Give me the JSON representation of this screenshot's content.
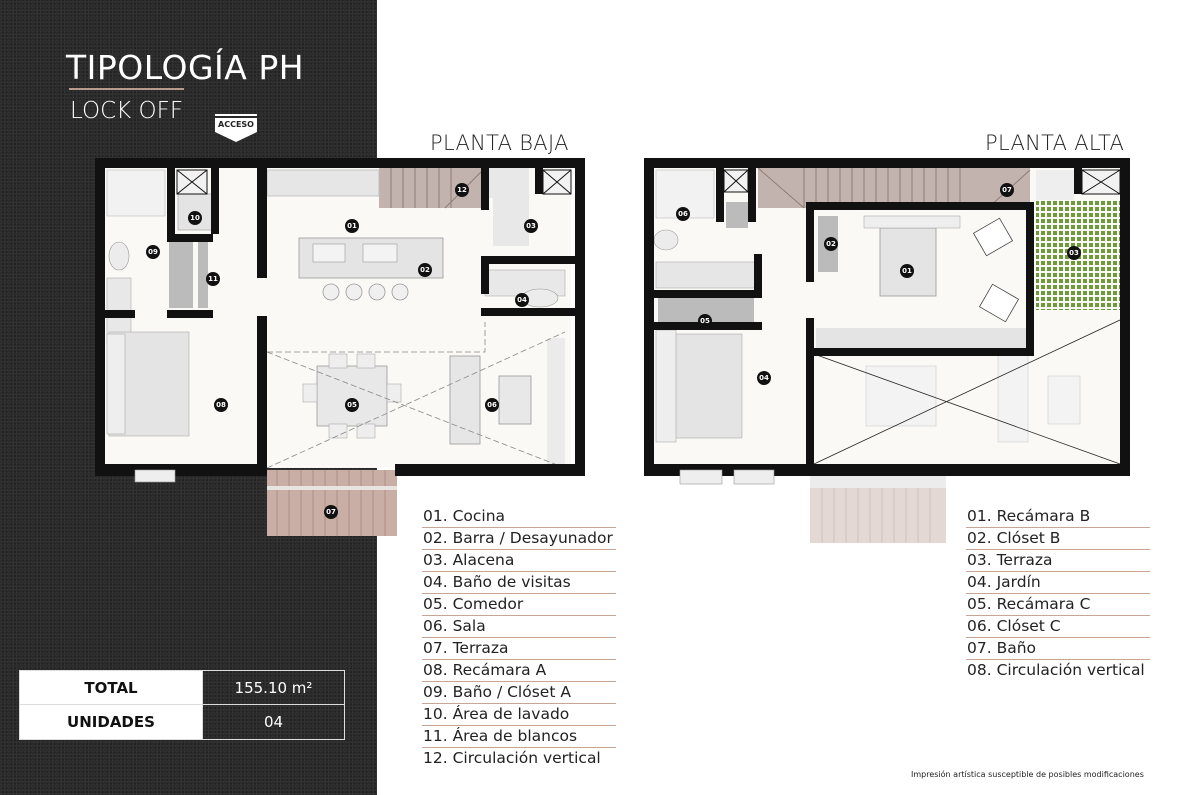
{
  "header": {
    "title": "TIPOLOGÍA PH",
    "subtitle": "LOCK OFF",
    "access_label": "ACCESO"
  },
  "stats": [
    {
      "label": "TOTAL",
      "value": "155.10 m²"
    },
    {
      "label": "UNIDADES",
      "value": "04"
    }
  ],
  "planta_baja": {
    "title": "PLANTA BAJA",
    "legend": [
      "01. Cocina",
      "02. Barra / Desayunador",
      "03. Alacena",
      "04. Baño de visitas",
      "05. Comedor",
      "06. Sala",
      "07. Terraza",
      "08. Recámara A",
      "09. Baño / Clóset A",
      "10. Área de lavado",
      "11. Área de blancos",
      "12. Circulación vertical"
    ],
    "badges": [
      "01",
      "02",
      "03",
      "04",
      "05",
      "06",
      "07",
      "08",
      "09",
      "10",
      "11",
      "12"
    ]
  },
  "planta_alta": {
    "title": "PLANTA ALTA",
    "legend": [
      "01. Recámara B",
      "02. Clóset B",
      "03. Terraza",
      "04. Jardín",
      "05. Recámara C",
      "06. Clóset C",
      "07. Baño",
      "08. Circulación vertical"
    ],
    "badges": [
      "01",
      "02",
      "03",
      "04",
      "05",
      "06",
      "07"
    ]
  },
  "colors": {
    "dark_panel": "#2a2a2a",
    "accent_rule": "#c9a595",
    "wall": "#111111",
    "floor": "#fbf9f6",
    "stair": "#c3b3ae",
    "deck": "#c9aea6",
    "garden": "#6e9a3c"
  },
  "disclaimer": "Impresión artística susceptible de posibles modificaciones"
}
